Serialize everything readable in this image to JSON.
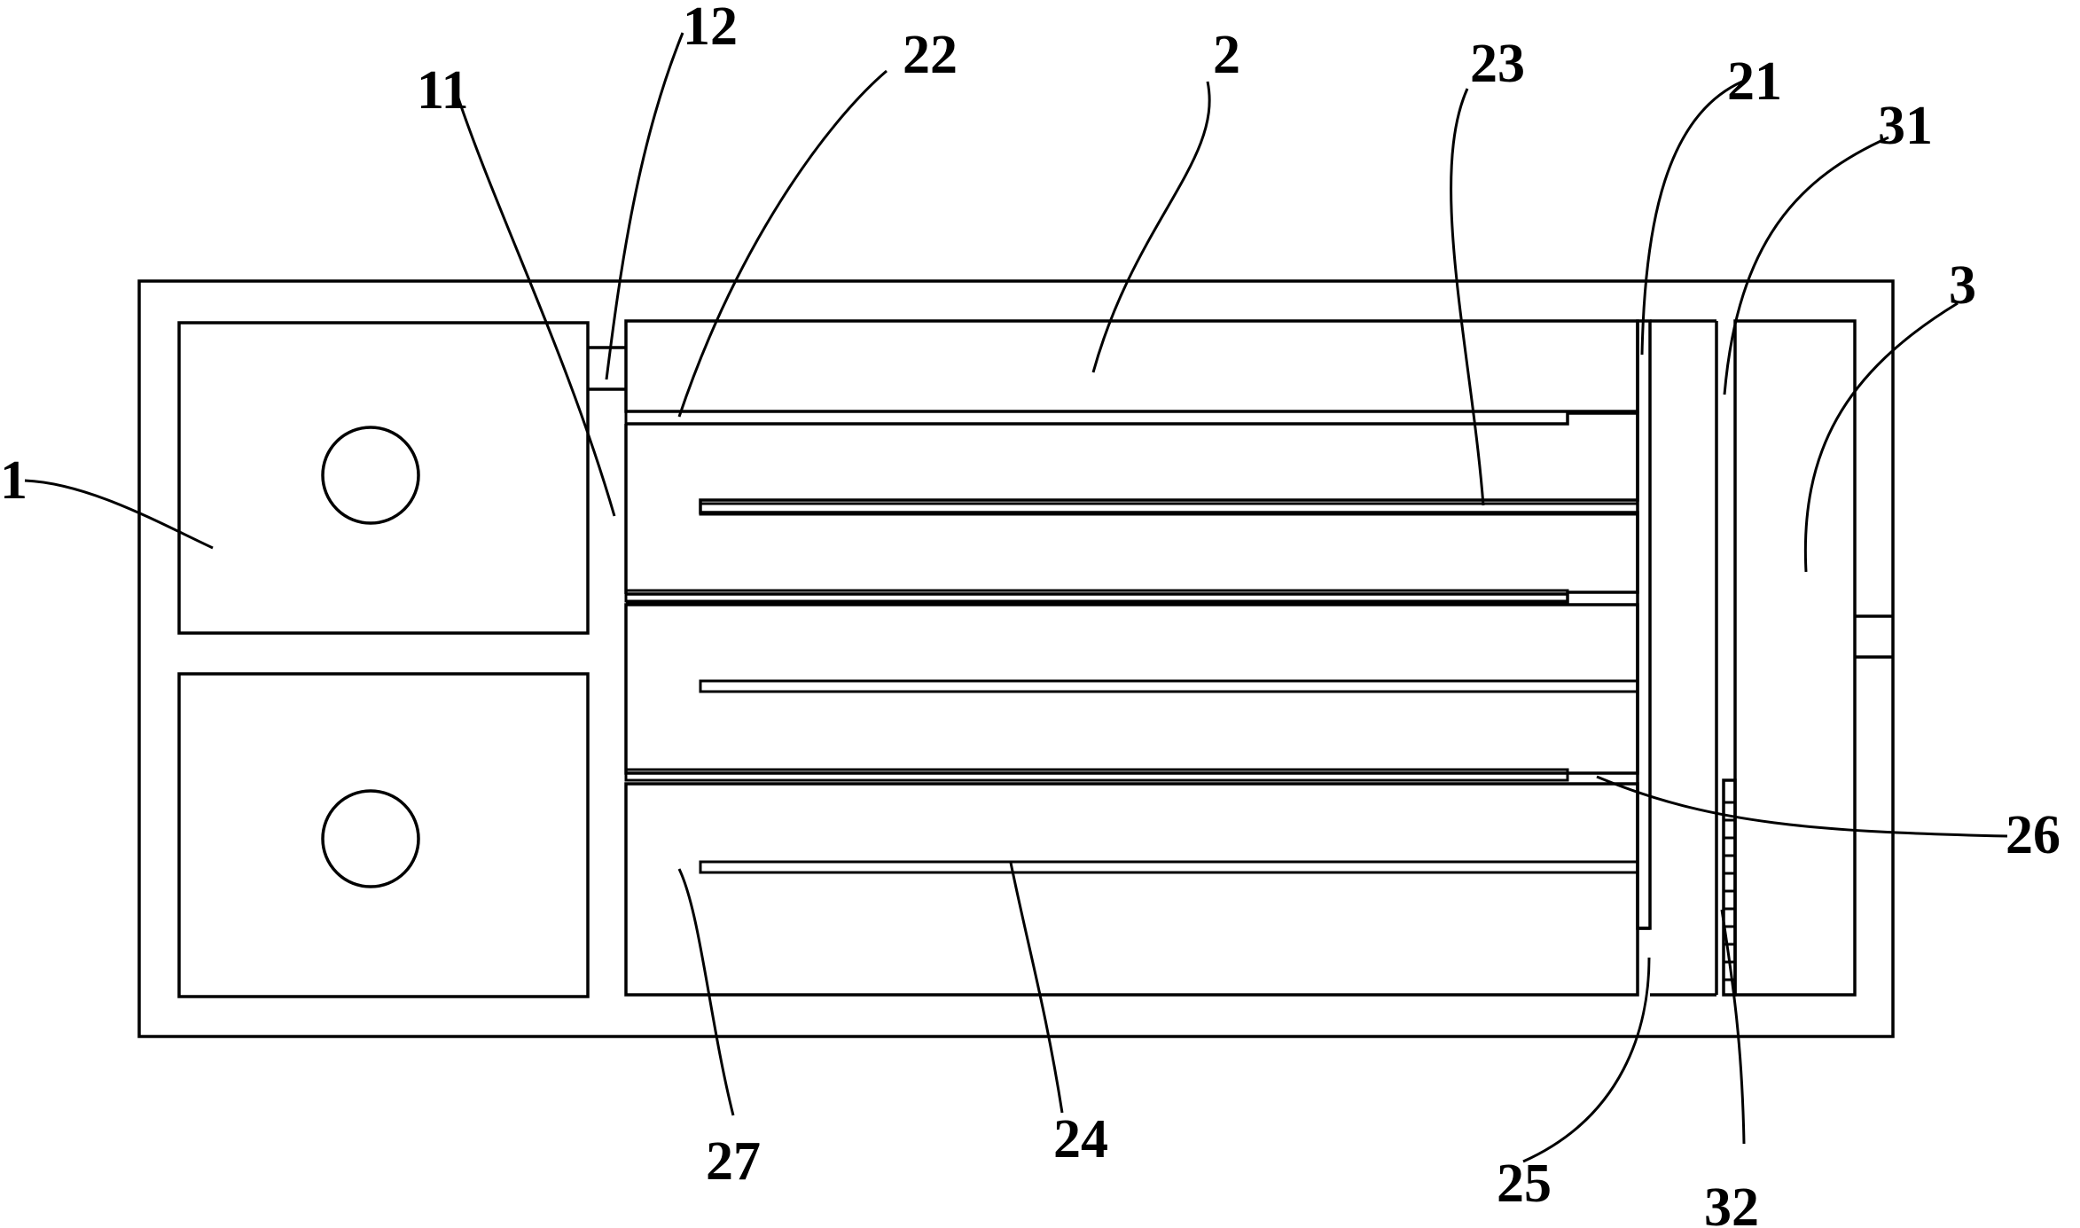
{
  "diagram": {
    "labels": {
      "l1": "1",
      "l2": "2",
      "l3": "3",
      "l11": "11",
      "l12": "12",
      "l21": "21",
      "l22": "22",
      "l23": "23",
      "l24": "24",
      "l25": "25",
      "l26": "26",
      "l27": "27",
      "l31": "31",
      "l32": "32"
    }
  },
  "colors": {
    "ink": "#000000",
    "paper": "#ffffff"
  }
}
